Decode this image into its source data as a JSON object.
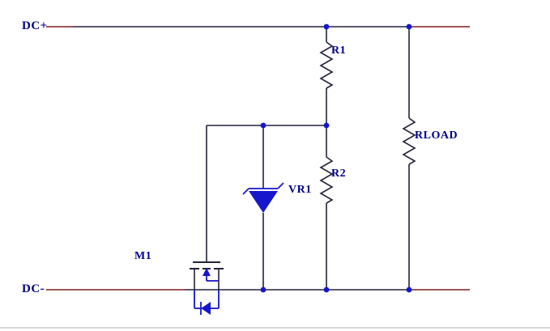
{
  "schematic": {
    "type": "circuit-schematic",
    "labels": {
      "dc_plus": "DC+",
      "dc_minus": "DC-",
      "r1": "R1",
      "r2": "R2",
      "rload": "RLOAD",
      "vr1": "VR1",
      "m1": "M1"
    },
    "components": [
      {
        "ref": "R1",
        "type": "resistor"
      },
      {
        "ref": "R2",
        "type": "resistor"
      },
      {
        "ref": "RLOAD",
        "type": "resistor"
      },
      {
        "ref": "VR1",
        "type": "zener-diode"
      },
      {
        "ref": "M1",
        "type": "n-channel-mosfet"
      }
    ],
    "rails": [
      {
        "name": "DC+"
      },
      {
        "name": "DC-"
      }
    ],
    "colors": {
      "wire": "#23233a",
      "rail-end": "#7e1f1f",
      "comp": "#1616cc",
      "label": "#00008b",
      "bg": "#ffffff"
    }
  }
}
